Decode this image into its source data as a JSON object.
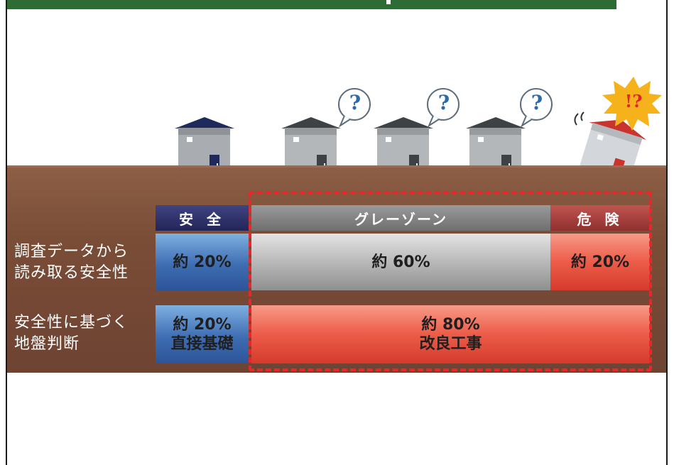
{
  "row1": {
    "label_line1": "調査データから",
    "label_line2": "読み取る安全性"
  },
  "row2": {
    "label_line1": "安全性に基づく",
    "label_line2": "地盤判断"
  },
  "headers": {
    "safe": "安 全",
    "gray": "グレーゾーン",
    "danger": "危 険"
  },
  "cells": {
    "r1_safe": "約 20%",
    "r1_gray": "約 60%",
    "r1_danger": "約 20%",
    "r2_safe_l1": "約 20%",
    "r2_safe_l2": "直接基礎",
    "r2_rest_l1": "約 80%",
    "r2_rest_l2": "改良工事"
  },
  "bubbles": {
    "question": "?",
    "alert": "!?"
  },
  "colors": {
    "highlight_dash": "#e8272b",
    "safe_header": "#2d2f6b",
    "danger_header": "#a63a37",
    "ground": "#7a4d37"
  }
}
